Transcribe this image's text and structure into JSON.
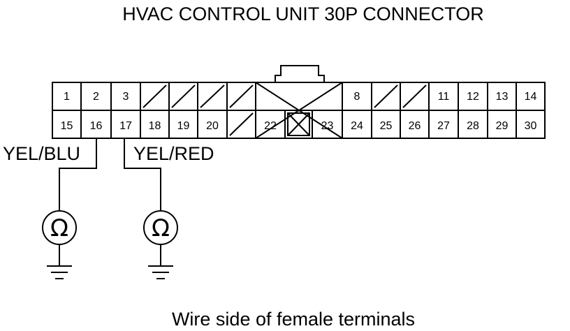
{
  "title": "HVAC CONTROL UNIT 30P CONNECTOR",
  "caption": "Wire side of female terminals",
  "connector": {
    "top_row": [
      "1",
      "2",
      "3",
      "",
      "",
      "",
      "",
      "",
      "",
      "8",
      "",
      "",
      "11",
      "12",
      "13",
      "14"
    ],
    "bottom_row": [
      "15",
      "16",
      "17",
      "18",
      "19",
      "20",
      "",
      "22",
      "",
      "23",
      "24",
      "25",
      "26",
      "27",
      "28",
      "29",
      "30"
    ]
  },
  "wires": [
    {
      "pin": "16",
      "label": "YEL/BLU"
    },
    {
      "pin": "17",
      "label": "YEL/RED"
    }
  ],
  "meters": [
    {
      "symbol": "Ω"
    },
    {
      "symbol": "Ω"
    }
  ],
  "icons": [
    "ohmmeter-icon",
    "ground-icon"
  ]
}
